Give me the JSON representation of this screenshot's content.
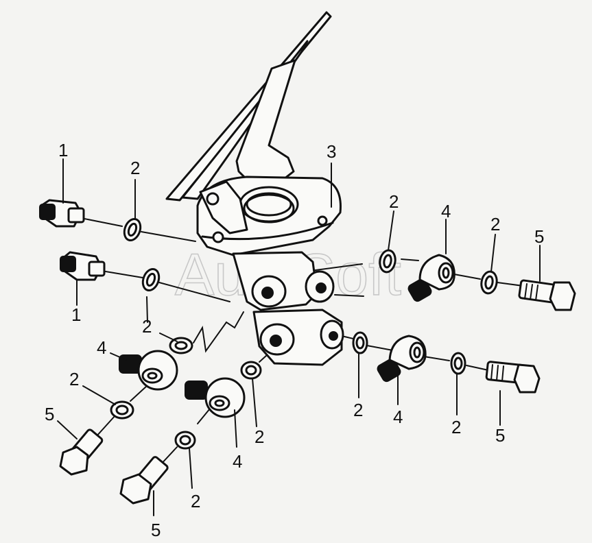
{
  "watermark": "AutoSoft",
  "callouts": [
    {
      "id": "c1a",
      "text": "1"
    },
    {
      "id": "c1b",
      "text": "1"
    },
    {
      "id": "c2a",
      "text": "2"
    },
    {
      "id": "c2b",
      "text": "2"
    },
    {
      "id": "c2c",
      "text": "2"
    },
    {
      "id": "c2d",
      "text": "2"
    },
    {
      "id": "c2e",
      "text": "2"
    },
    {
      "id": "c2f",
      "text": "2"
    },
    {
      "id": "c2g",
      "text": "2"
    },
    {
      "id": "c2h",
      "text": "2"
    },
    {
      "id": "c2i",
      "text": "2"
    },
    {
      "id": "c3",
      "text": "3"
    },
    {
      "id": "c4a",
      "text": "4"
    },
    {
      "id": "c4b",
      "text": "4"
    },
    {
      "id": "c4c",
      "text": "4"
    },
    {
      "id": "c4d",
      "text": "4"
    },
    {
      "id": "c5a",
      "text": "5"
    },
    {
      "id": "c5b",
      "text": "5"
    },
    {
      "id": "c5c",
      "text": "5"
    },
    {
      "id": "c5d",
      "text": "5"
    }
  ]
}
